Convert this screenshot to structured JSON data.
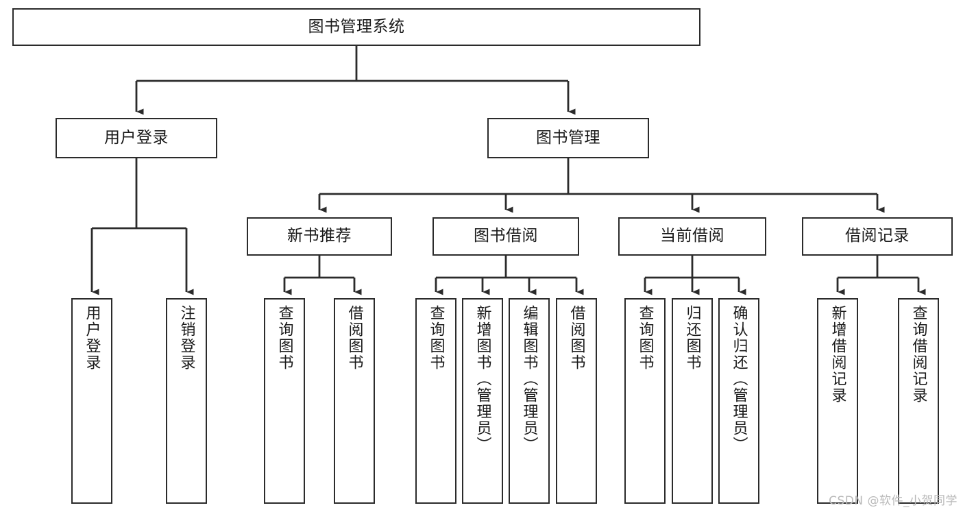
{
  "diagram": {
    "type": "tree",
    "title": "图书管理系统",
    "colors": {
      "box_border": "#2b2b2b",
      "box_fill": "#ffffff",
      "connector": "#2b2b2b",
      "text": "#1a1a1a",
      "watermark": "#b9b9b9",
      "background": "#ffffff"
    },
    "nodes": {
      "root": {
        "label": "图书管理系统"
      },
      "level2": [
        {
          "id": "user-login",
          "label": "用户登录"
        },
        {
          "id": "book-manage",
          "label": "图书管理"
        }
      ],
      "level3": [
        {
          "id": "new-book-recommend",
          "label": "新书推荐"
        },
        {
          "id": "book-borrow",
          "label": "图书借阅"
        },
        {
          "id": "current-borrow",
          "label": "当前借阅"
        },
        {
          "id": "borrow-record",
          "label": "借阅记录"
        }
      ],
      "leaves": [
        {
          "id": "leaf-user-login",
          "label": "用户登录",
          "parent": "user-login"
        },
        {
          "id": "leaf-logout-login",
          "label": "注销登录",
          "parent": "user-login"
        },
        {
          "id": "leaf-query-book-1",
          "label": "查询图书",
          "parent": "new-book-recommend"
        },
        {
          "id": "leaf-borrow-book-1",
          "label": "借阅图书",
          "parent": "new-book-recommend"
        },
        {
          "id": "leaf-query-book-2",
          "label": "查询图书",
          "parent": "book-borrow"
        },
        {
          "id": "leaf-add-book",
          "label": "新增图书（管理员）",
          "parent": "book-borrow"
        },
        {
          "id": "leaf-edit-book",
          "label": "编辑图书（管理员）",
          "parent": "book-borrow"
        },
        {
          "id": "leaf-borrow-book-2",
          "label": "借阅图书",
          "parent": "book-borrow"
        },
        {
          "id": "leaf-query-book-3",
          "label": "查询图书",
          "parent": "current-borrow"
        },
        {
          "id": "leaf-return-book",
          "label": "归还图书",
          "parent": "current-borrow"
        },
        {
          "id": "leaf-confirm-return",
          "label": "确认归还（管理员）",
          "parent": "current-borrow"
        },
        {
          "id": "leaf-add-record",
          "label": "新增借阅记录",
          "parent": "borrow-record"
        },
        {
          "id": "leaf-query-record",
          "label": "查询借阅记录",
          "parent": "borrow-record"
        }
      ]
    },
    "watermark": "CSDN @软件_小贺同学"
  }
}
